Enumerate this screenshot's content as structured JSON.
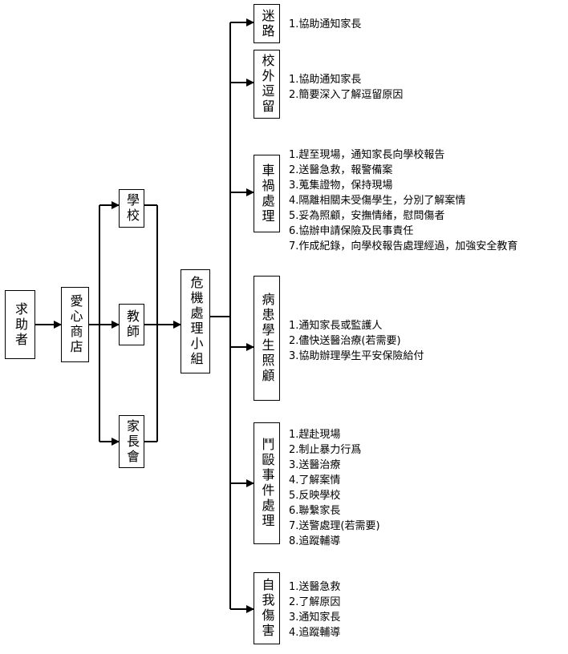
{
  "nodes": {
    "seeker": "求助者",
    "shop": "愛心商店",
    "school": "學校",
    "teacher": "教師",
    "parents": "家長會",
    "crisis_team": "危機處理小組"
  },
  "categories": [
    {
      "label": "迷路",
      "steps": [
        "1.協助通知家長"
      ]
    },
    {
      "label": "校外逗留",
      "steps": [
        "1.協助通知家長",
        "2.簡要深入了解逗留原因"
      ]
    },
    {
      "label": "車禍處理",
      "steps": [
        "1.趕至現場，通知家長向學校報告",
        "2.送醫急救，報警備案",
        "3.蒐集證物，保持現場",
        "4.隔離相關未受傷學生，分別了解案情",
        "5.妥為照顧，安撫情緒，慰問傷者",
        "6.協辦申請保險及民事責任",
        "7.作成紀錄，向學校報告處理經過，加強安全教育"
      ]
    },
    {
      "label": "病患學生照顧",
      "steps": [
        "1.通知家長或監護人",
        "2.儘快送醫治療(若需要)",
        "3.協助辦理學生平安保險給付"
      ]
    },
    {
      "label": "鬥毆事件處理",
      "steps": [
        "1.趕赴現場",
        "2.制止暴力行爲",
        "3.送醫治療",
        "4.了解案情",
        "5.反映學校",
        "6.聯繫家長",
        "7.送警處理(若需要)",
        "8.追蹤輔導"
      ]
    },
    {
      "label": "自我傷害",
      "steps": [
        "1.送醫急救",
        "2.了解原因",
        "3.通知家長",
        "4.追蹤輔導"
      ]
    }
  ]
}
